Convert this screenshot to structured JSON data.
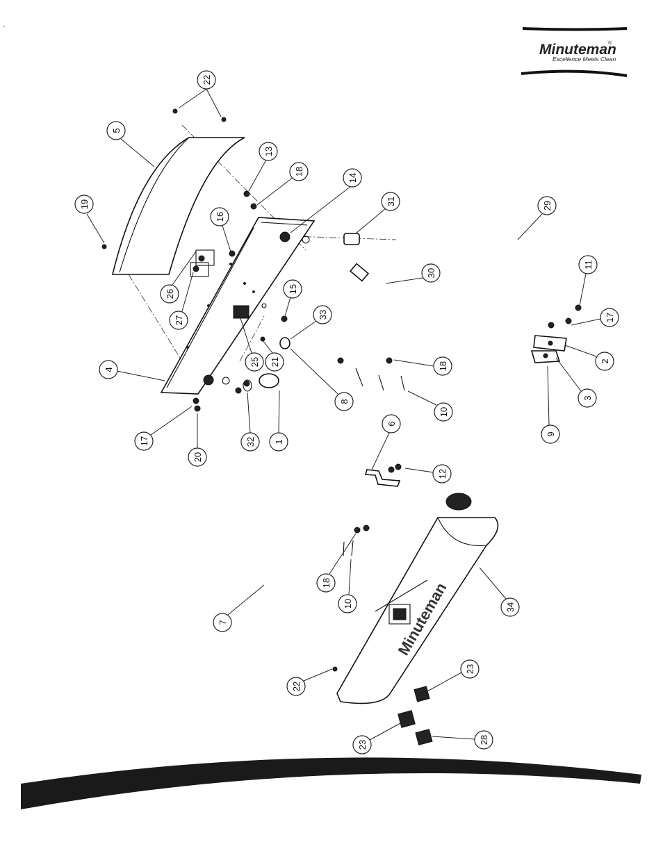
{
  "logo": {
    "brand": "Minuteman",
    "registered": "®",
    "tagline": "Excellence Meets Clean"
  },
  "callouts": [
    {
      "id": "c22a",
      "label": "22"
    },
    {
      "id": "c5",
      "label": "5"
    },
    {
      "id": "c13",
      "label": "13"
    },
    {
      "id": "c18a",
      "label": "18"
    },
    {
      "id": "c14",
      "label": "14"
    },
    {
      "id": "c31",
      "label": "31"
    },
    {
      "id": "c29",
      "label": "29"
    },
    {
      "id": "c19",
      "label": "19"
    },
    {
      "id": "c16",
      "label": "16"
    },
    {
      "id": "c26",
      "label": "26"
    },
    {
      "id": "c27",
      "label": "27"
    },
    {
      "id": "c30",
      "label": "30"
    },
    {
      "id": "c15",
      "label": "15"
    },
    {
      "id": "c11",
      "label": "11"
    },
    {
      "id": "c17a",
      "label": "17"
    },
    {
      "id": "c33",
      "label": "33"
    },
    {
      "id": "c4",
      "label": "4"
    },
    {
      "id": "c25",
      "label": "25"
    },
    {
      "id": "c21",
      "label": "21"
    },
    {
      "id": "c18b",
      "label": "18"
    },
    {
      "id": "c2",
      "label": "2"
    },
    {
      "id": "c3",
      "label": "3"
    },
    {
      "id": "c8",
      "label": "8"
    },
    {
      "id": "c10a",
      "label": "10"
    },
    {
      "id": "c9",
      "label": "9"
    },
    {
      "id": "c17b",
      "label": "17"
    },
    {
      "id": "c20",
      "label": "20"
    },
    {
      "id": "c32",
      "label": "32"
    },
    {
      "id": "c1",
      "label": "1"
    },
    {
      "id": "c6",
      "label": "6"
    },
    {
      "id": "c12",
      "label": "12"
    },
    {
      "id": "c18c",
      "label": "18"
    },
    {
      "id": "c10b",
      "label": "10"
    },
    {
      "id": "c7",
      "label": "7"
    },
    {
      "id": "c34",
      "label": "34"
    },
    {
      "id": "c22b",
      "label": "22"
    },
    {
      "id": "c23a",
      "label": "23"
    },
    {
      "id": "c23b",
      "label": "23"
    },
    {
      "id": "c28",
      "label": "28"
    }
  ],
  "cover_emboss": "Minuteman"
}
